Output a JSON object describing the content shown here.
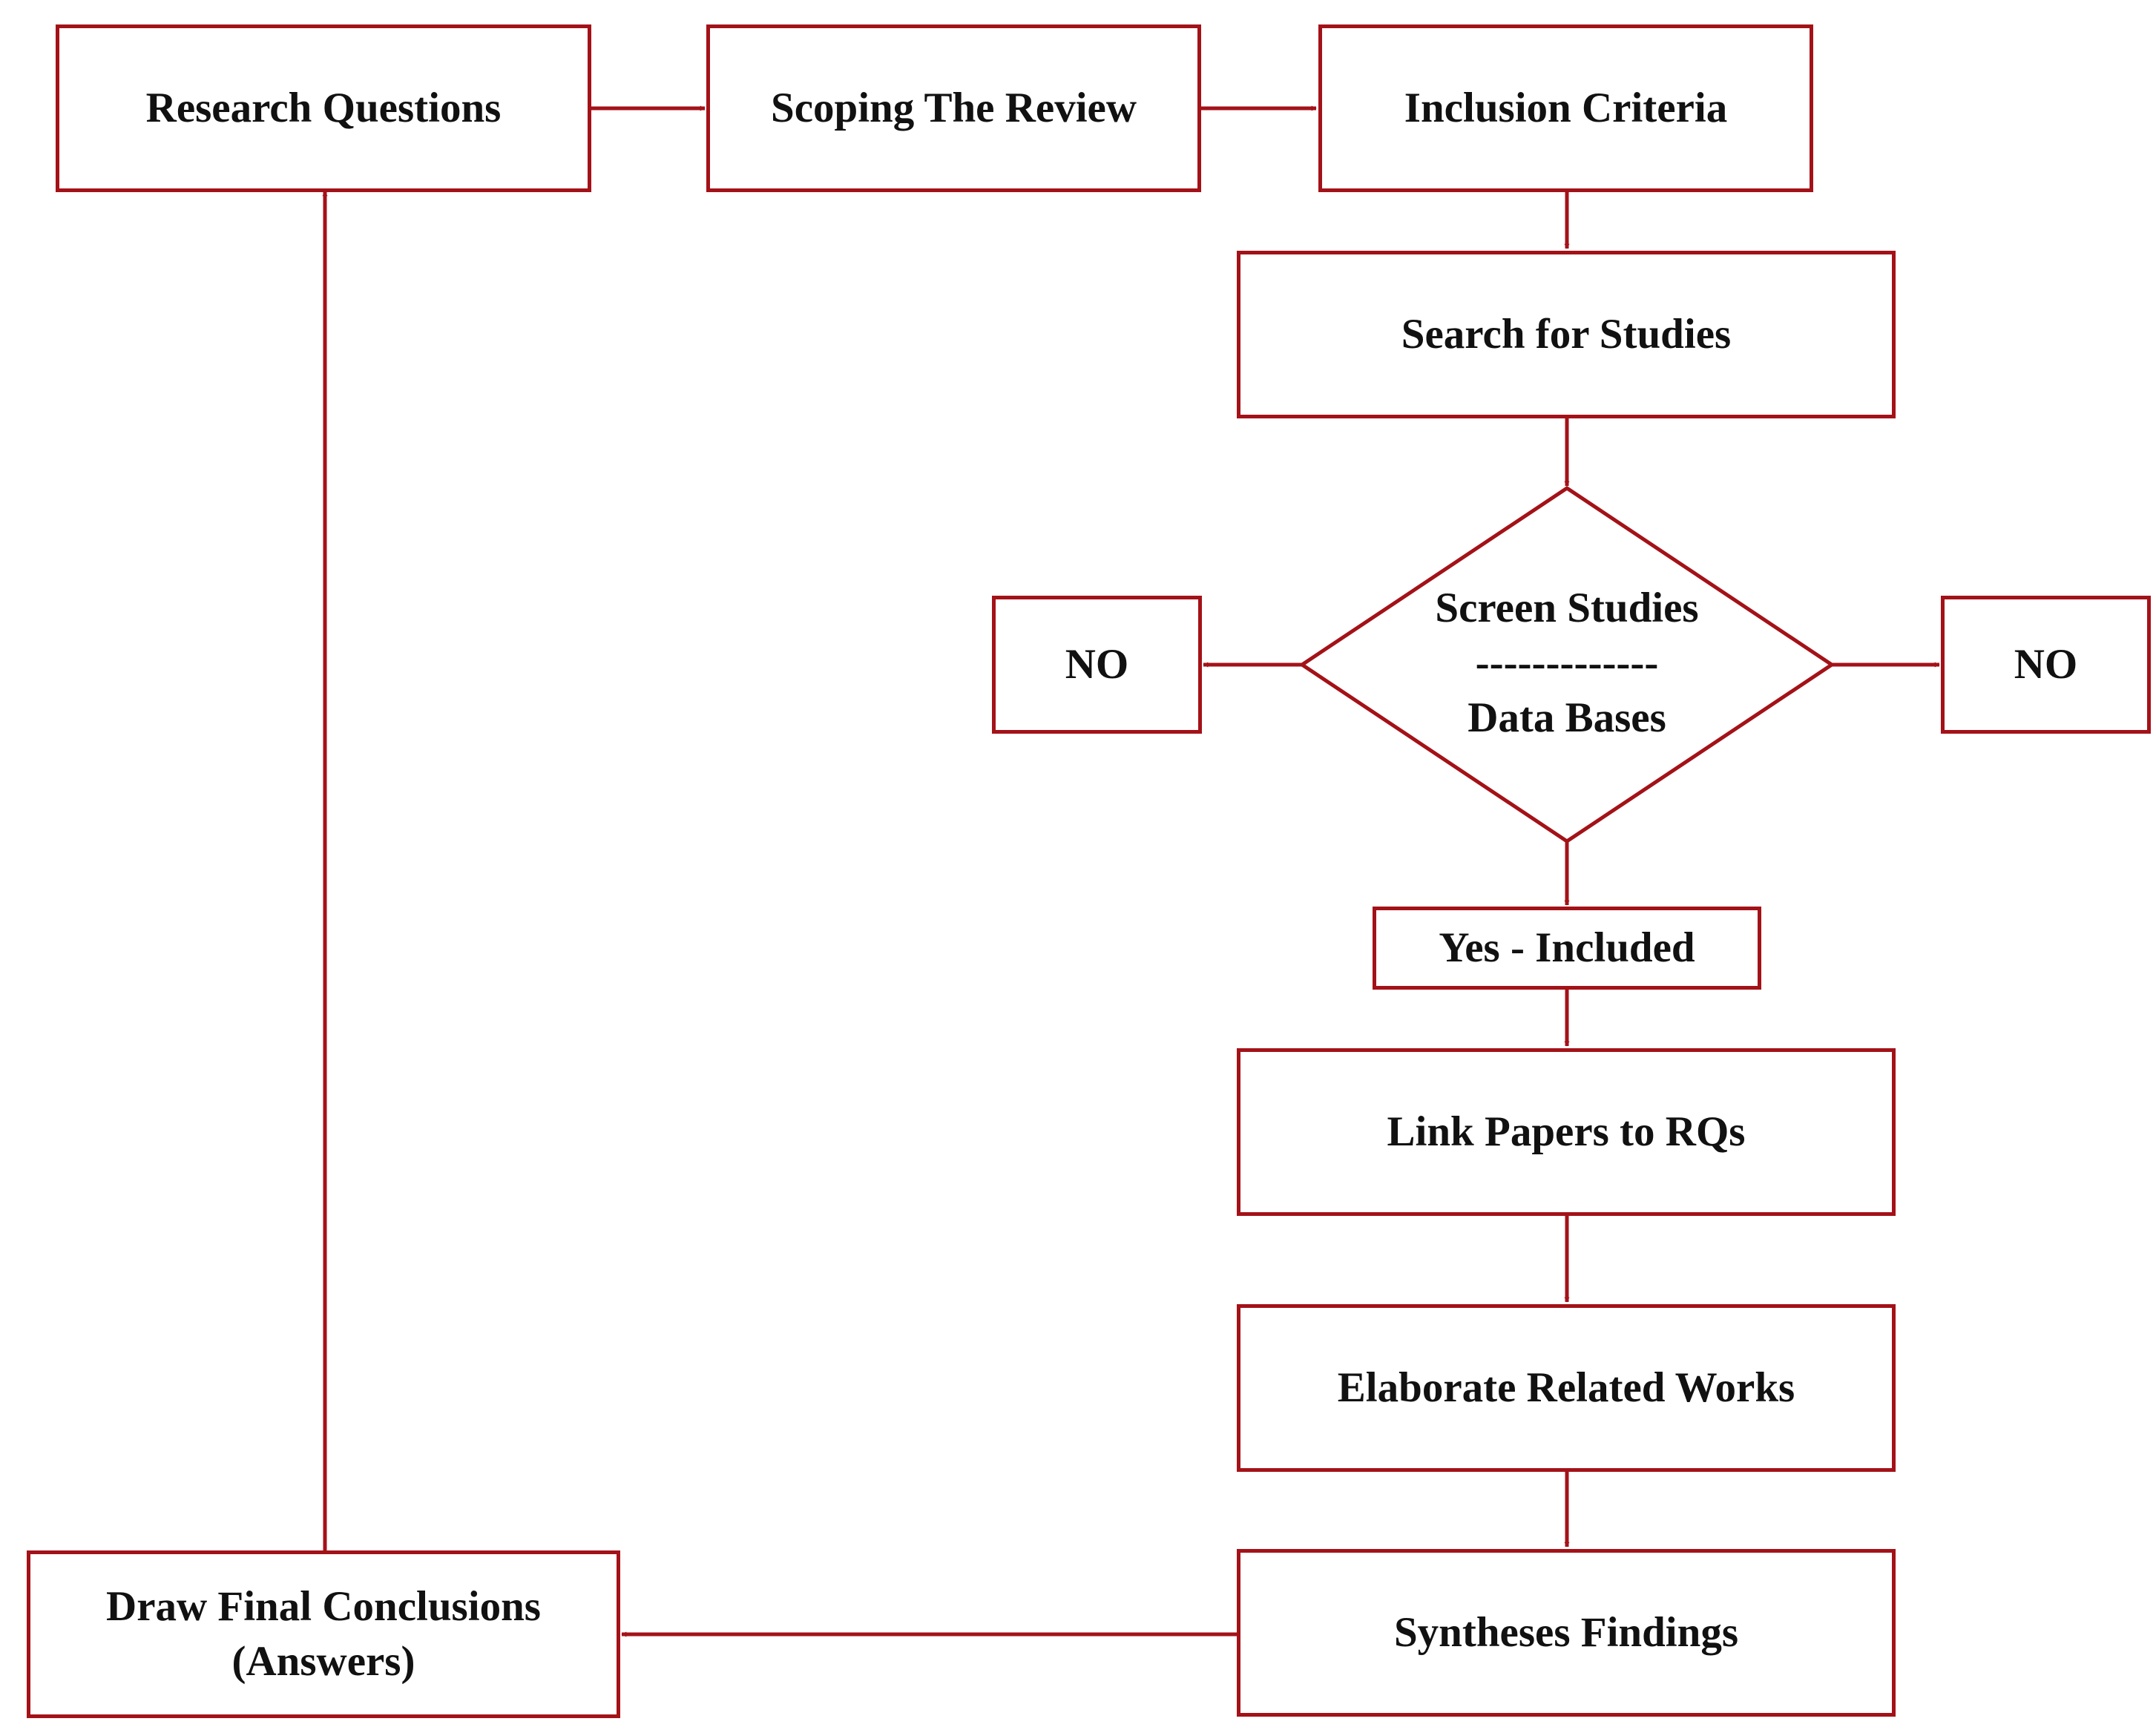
{
  "colors": {
    "stroke": "#a31218",
    "text": "#111111",
    "background": "#ffffff"
  },
  "nodes": {
    "research_questions": "Research Questions",
    "scoping_review": "Scoping The Review",
    "inclusion_criteria": "Inclusion Criteria",
    "search_studies": "Search for Studies",
    "screen_studies": {
      "line1": "Screen Studies",
      "line2": "-------------",
      "line3": "Data Bases"
    },
    "no_left": "NO",
    "no_right": "NO",
    "yes_included": "Yes - Included",
    "link_papers": "Link Papers to RQs",
    "elaborate_works": "Elaborate Related Works",
    "syntheses_findings": "Syntheses Findings",
    "draw_conclusions": {
      "line1": "Draw Final Conclusions",
      "line2": "(Answers)"
    }
  }
}
